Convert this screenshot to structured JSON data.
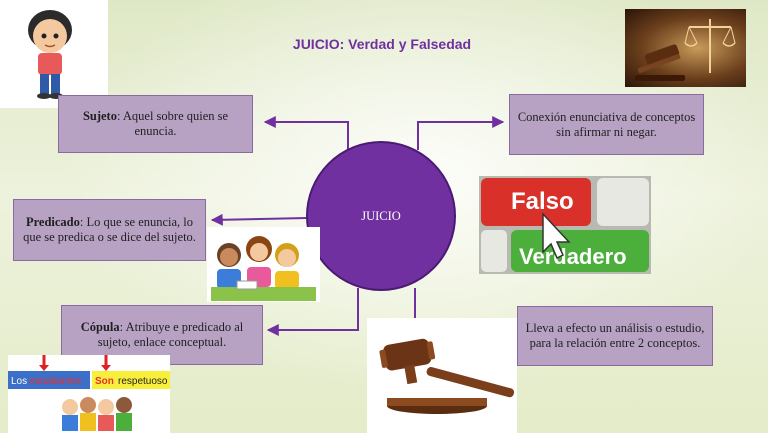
{
  "title": "JUICIO:  Verdad y Falsedad",
  "center": {
    "label": "JUICIO"
  },
  "boxes": {
    "sujeto": {
      "term": "Sujeto",
      "text": ": Aquel sobre quien se enuncia."
    },
    "conexion": {
      "text": "Conexión enunciativa de conceptos sin afirmar ni negar."
    },
    "predicado": {
      "term": "Predicado",
      "text": ": Lo que se enuncia, lo que se predica o se dice del sujeto."
    },
    "copula": {
      "term": "Cópula",
      "text": ": Atribuye e predicado al sujeto, enlace conceptual."
    },
    "analisis": {
      "text": "Lleva a efecto un análisis o estudio, para la relación entre 2 conceptos."
    }
  },
  "images": {
    "keyboard": {
      "key_top": "Falso",
      "key_bottom": "Verdadero"
    },
    "classroom_banner": {
      "word1": "Los",
      "word2": "estudiantes",
      "word3": "Son",
      "word4": "respetuoso"
    }
  },
  "colors": {
    "accent": "#7030a0",
    "box_fill": "#b7a2c4",
    "box_border": "#8a6aa2"
  }
}
